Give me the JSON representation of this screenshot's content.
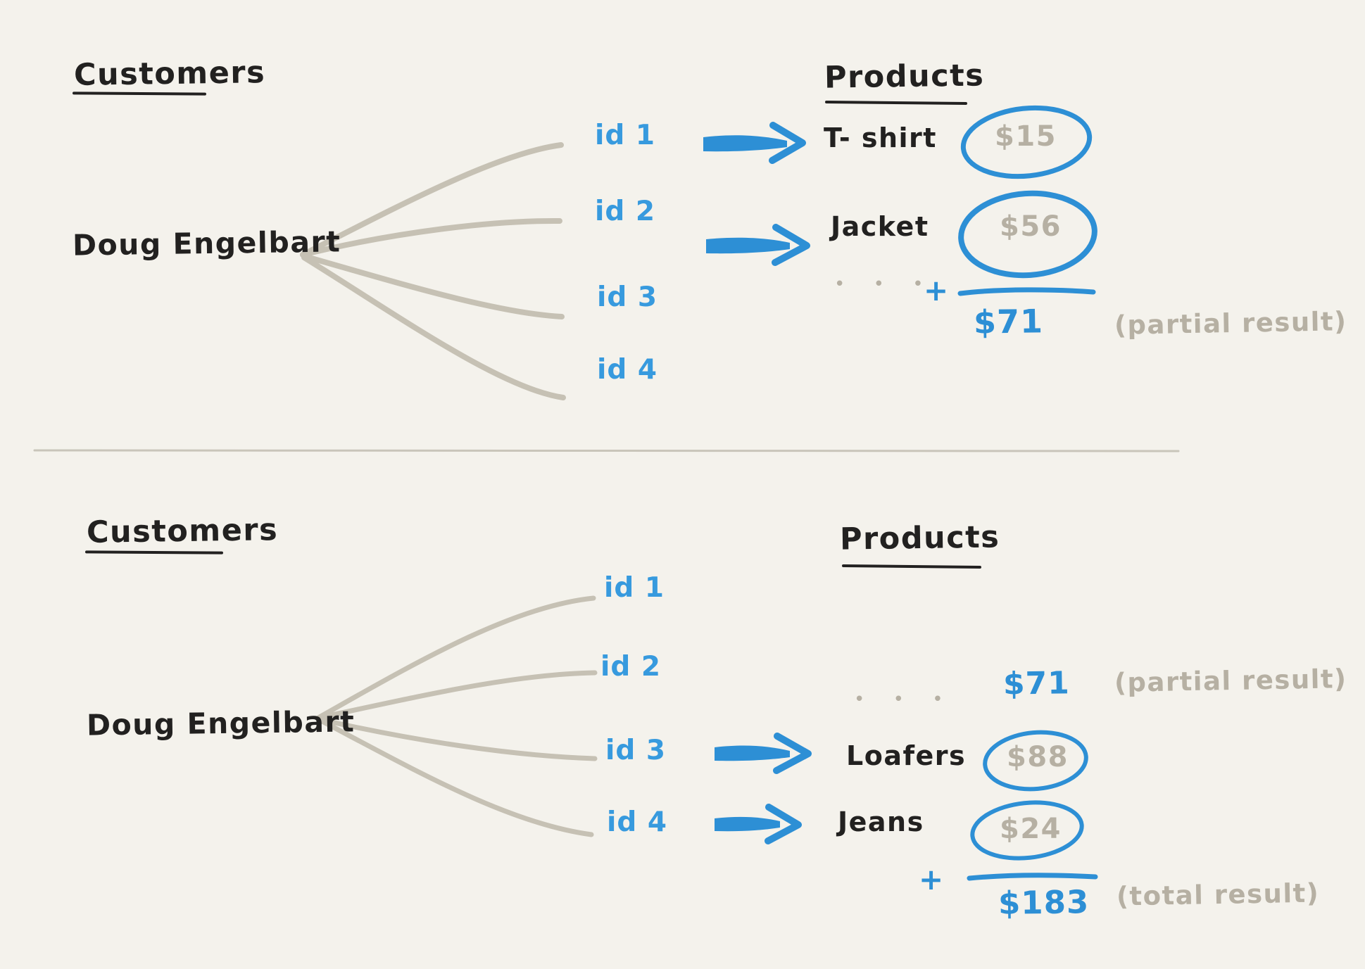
{
  "colors": {
    "background": "#f4f2ec",
    "ink": "#222120",
    "blue": "#2d8fd5",
    "blue_light": "#379ade",
    "gray_text": "#b6b0a3",
    "gray_line": "#c6c1b4"
  },
  "top": {
    "customers_heading": "Customers",
    "customer_name": "Doug Engelbart",
    "products_heading": "Products",
    "ids": [
      "id 1",
      "id 2",
      "id 3",
      "id 4"
    ],
    "mappings": [
      {
        "product": "T- shirt",
        "price": "$15"
      },
      {
        "product": "Jacket",
        "price": "$56"
      }
    ],
    "ellipsis": "• • •",
    "plus_sign": "+",
    "partial_sum": "$71",
    "partial_note": "(partial result)"
  },
  "bottom": {
    "customers_heading": "Customers",
    "customer_name": "Doug Engelbart",
    "products_heading": "Products",
    "ids": [
      "id 1",
      "id 2",
      "id 3",
      "id 4"
    ],
    "ellipsis": "• • •",
    "carried_sum": "$71",
    "partial_note": "(partial result)",
    "mappings": [
      {
        "product": "Loafers",
        "price": "$88"
      },
      {
        "product": "Jeans",
        "price": "$24"
      }
    ],
    "plus_sign": "+",
    "total_sum": "$183",
    "total_note": "(total result)"
  }
}
